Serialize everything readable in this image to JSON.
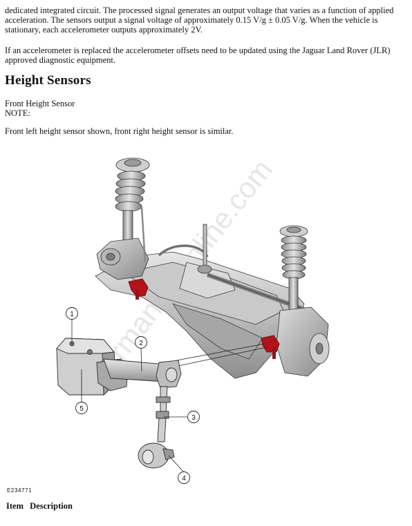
{
  "paragraphs": {
    "p1": "dedicated integrated circuit. The processed signal generates an output voltage that varies as a function of applied acceleration. The sensors output a signal voltage of approximately 0.15 V/g ± 0.05 V/g. When the vehicle is stationary, each accelerometer outputs approximately 2V.",
    "p2": "If an accelerometer is replaced the accelerometer offsets need to be updated using the Jaguar Land Rover (JLR) approved diagnostic equipment."
  },
  "section": {
    "heading": "Height Sensors",
    "subtitle": "Front Height Sensor",
    "note_label": "NOTE:",
    "note_text": "Front left height sensor shown, front right height sensor is similar."
  },
  "figure": {
    "callouts": [
      "1",
      "2",
      "3",
      "4",
      "5"
    ],
    "code": "E234771",
    "watermark": "carmanualonline.com",
    "colors": {
      "line": "#222222",
      "metal_light": "#d4d4d4",
      "metal_mid": "#a9a9a9",
      "metal_dark": "#6e6e6e",
      "sensor": "#b3121b"
    }
  },
  "table": {
    "headers": [
      "Item",
      "Description"
    ]
  }
}
